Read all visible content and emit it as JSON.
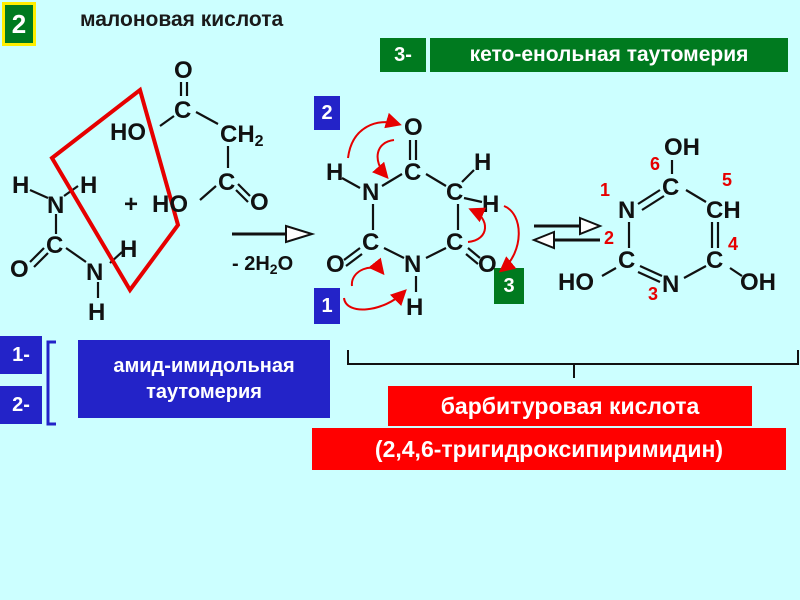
{
  "slide_number": "2",
  "title": "малоновая кислота",
  "tautomerism_keto": {
    "number": "3-",
    "label": "кето-енольная таутомерия"
  },
  "tautomerism_amide": {
    "number_1": "1-",
    "number_2": "2-",
    "label_line1": "амид-имидольная",
    "label_line2": "таутомерия"
  },
  "barbituric": {
    "name": "барбитуровая кислота",
    "systematic": "(2,4,6-тригидроксипиримидин)"
  },
  "reaction": {
    "plus": "+",
    "eliminated": "- 2H",
    "eliminated_sub": "2",
    "eliminated_tail": "O"
  },
  "markers": {
    "m1": "1",
    "m2": "2",
    "m3": "3"
  },
  "colors": {
    "background": "#ccffff",
    "green": "#007a1f",
    "blue": "#2323c8",
    "red": "#ff0000",
    "dark_red": "#e60000"
  },
  "urea": {
    "h1": "H",
    "h2": "H",
    "n1": "N",
    "c": "C",
    "o": "O",
    "n2": "N",
    "h3": "H",
    "h4": "H"
  },
  "malonic": {
    "o_top": "O",
    "c_top": "C",
    "ho_top": "HO",
    "ch2": "CH",
    "ch2_sub": "2",
    "c_bottom": "C",
    "o_bottom": "O",
    "ho_bottom": "HO"
  },
  "barb_keto": {
    "o_top": "O",
    "c6": "C",
    "h_n": "H",
    "n1": "N",
    "c5": "C",
    "h_c5a": "H",
    "h_c5b": "H",
    "c2": "C",
    "o_left": "O",
    "n3": "N",
    "h_n3": "H",
    "c4": "C",
    "o_right": "O"
  },
  "barb_enol": {
    "oh_top": "OH",
    "c6": "C",
    "n1": "N",
    "ch5": "CH",
    "c2": "C",
    "c4": "C",
    "ho_left": "HO",
    "n3": "N",
    "oh_right": "OH",
    "num1": "1",
    "num2": "2",
    "num3": "3",
    "num4": "4",
    "num5": "5",
    "num6": "6"
  }
}
